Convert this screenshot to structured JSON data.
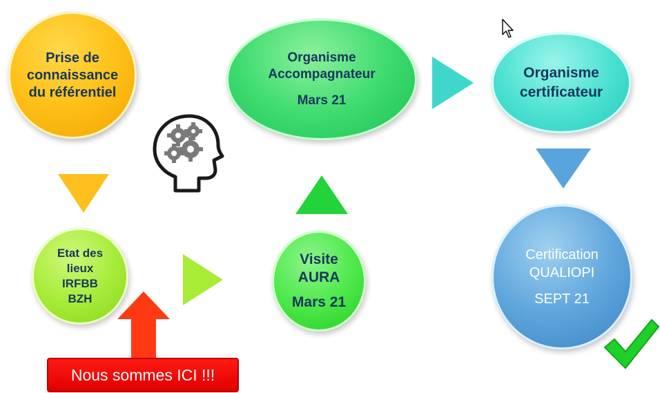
{
  "nodes": {
    "prise": {
      "lines": [
        "Prise de",
        "connaissance",
        "du référentiel"
      ],
      "color": "#ffc21a"
    },
    "organisme_accompagnateur": {
      "lines": [
        "Organisme",
        "Accompagnateur"
      ],
      "date": "Mars 21",
      "color": "#3fdc70"
    },
    "organisme_certificateur": {
      "lines": [
        "Organisme",
        "certificateur"
      ],
      "color": "#4fe2d2"
    },
    "etat": {
      "lines": [
        "Etat des",
        "lieux",
        "IRFBB",
        "BZH"
      ],
      "color": "#a8ec3a"
    },
    "visite": {
      "lines": [
        "Visite",
        "AURA"
      ],
      "date": "Mars 21",
      "color": "#4ee84a"
    },
    "certification": {
      "lines": [
        "Certification",
        "QUALIOPI"
      ],
      "date": "SEPT 21",
      "color": "#5fa6dc"
    }
  },
  "callout": {
    "text": "Nous sommes ICI !!!",
    "color": "#ff1a12"
  },
  "icons": [
    "head-gears-icon",
    "checkmark-icon",
    "cursor-icon",
    "arrow-up-icon"
  ],
  "text_color": "#17375e"
}
